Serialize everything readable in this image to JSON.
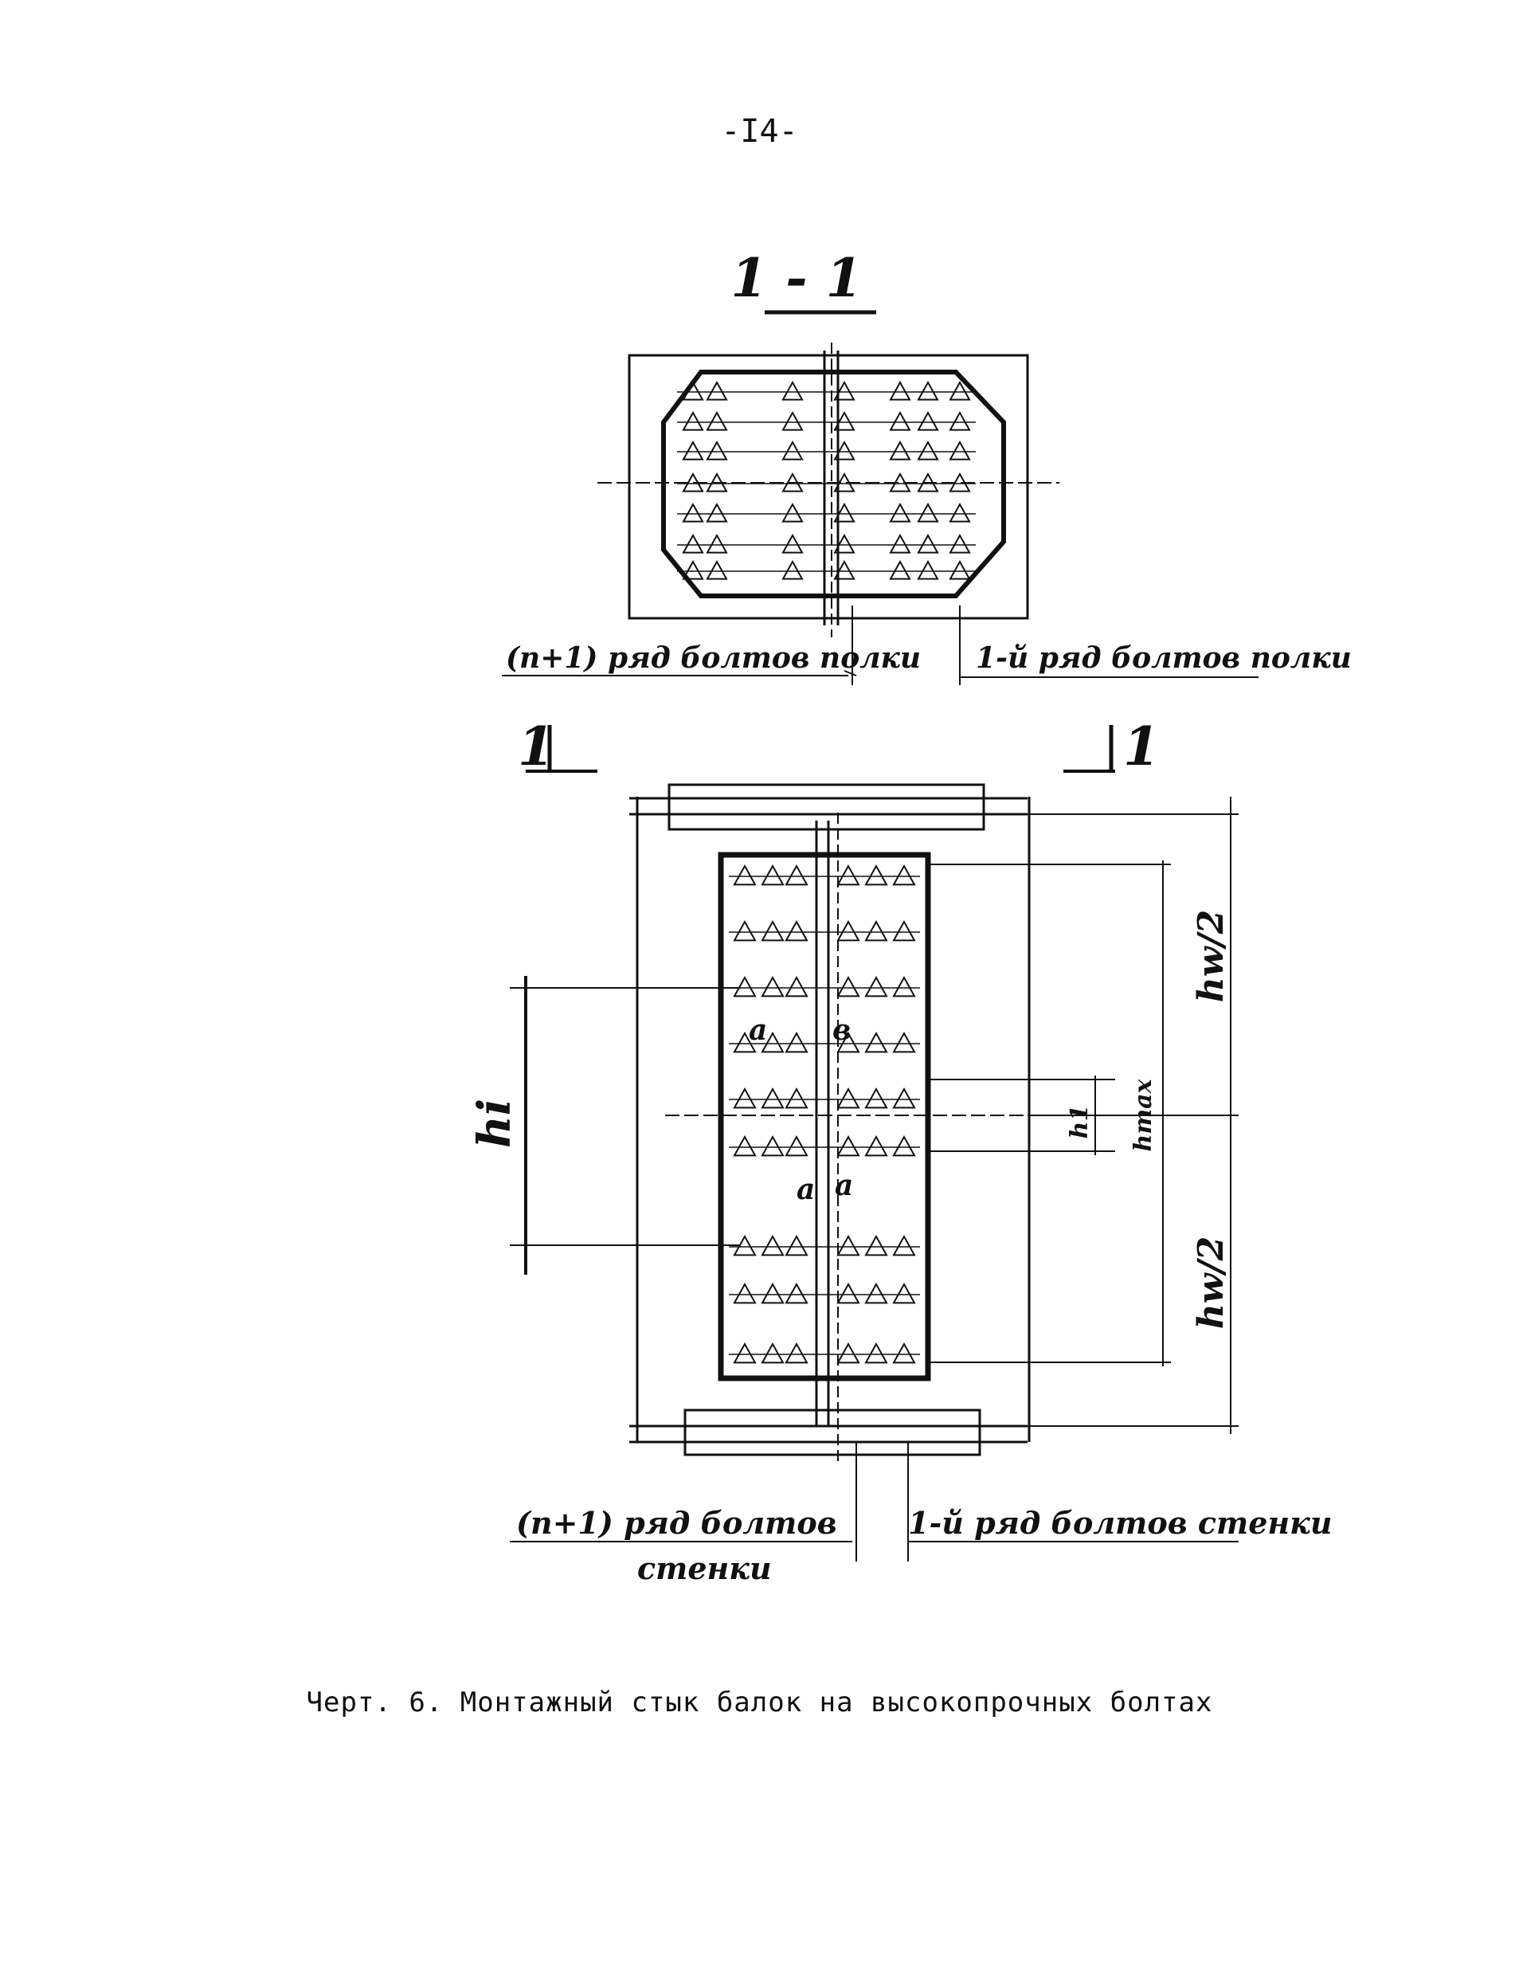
{
  "page": {
    "number": "-I4-",
    "caption": "Черт. 6. Монтажный стык балок на высокопрочных болтах"
  },
  "section": {
    "title": "1 - 1",
    "mark_left": "1",
    "mark_right": "1"
  },
  "top_labels": {
    "left": "(n+1) ряд болтов полки",
    "right": "1-й ряд болтов полки"
  },
  "bottom_labels": {
    "left_line1": "(n+1) ряд болтов",
    "left_line2": "стенки",
    "right": "1-й ряд болтов стенки"
  },
  "dims": {
    "hw_top": "hw/2",
    "hw_bottom": "hw/2",
    "hmax": "hmax",
    "h1": "h1",
    "hi": "hi",
    "a": "a",
    "b": "в"
  }
}
